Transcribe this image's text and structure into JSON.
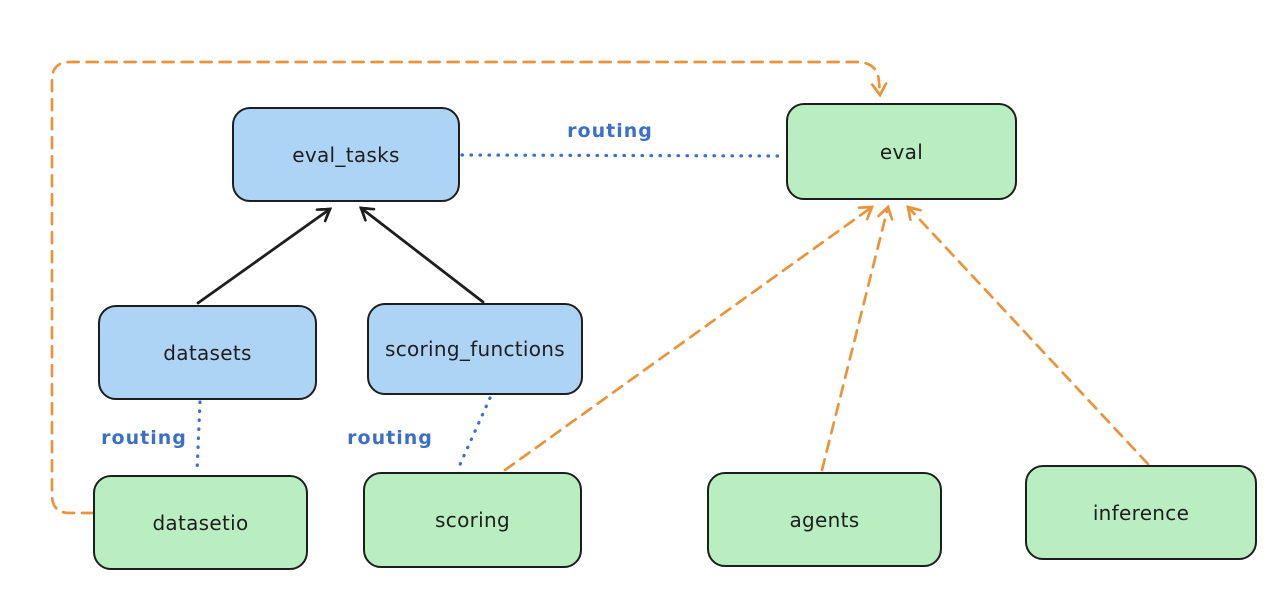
{
  "diagram": {
    "kind": "architecture-diagram",
    "background": "#ffffff"
  },
  "colors": {
    "ink": "#1e1e1e",
    "blue_fill": "#aed4f5",
    "green_fill": "#b9eec0",
    "routing_blue": "#3d6fc6",
    "orange": "#e9943a"
  },
  "nodes": {
    "eval_tasks": {
      "label": "eval_tasks",
      "fill": "blue"
    },
    "eval": {
      "label": "eval",
      "fill": "green"
    },
    "datasets": {
      "label": "datasets",
      "fill": "blue"
    },
    "scoring_functions": {
      "label": "scoring_functions",
      "fill": "blue"
    },
    "datasetio": {
      "label": "datasetio",
      "fill": "green"
    },
    "scoring": {
      "label": "scoring",
      "fill": "green"
    },
    "agents": {
      "label": "agents",
      "fill": "green"
    },
    "inference": {
      "label": "inference",
      "fill": "green"
    }
  },
  "edges": [
    {
      "from": "datasets",
      "to": "eval_tasks",
      "style": "solid",
      "color": "#1e1e1e",
      "arrow": true
    },
    {
      "from": "scoring_functions",
      "to": "eval_tasks",
      "style": "solid",
      "color": "#1e1e1e",
      "arrow": true
    },
    {
      "from": "eval_tasks",
      "to": "eval",
      "style": "dotted",
      "color": "#3d6fc6",
      "arrow": false,
      "label": "routing"
    },
    {
      "from": "datasets",
      "to": "datasetio",
      "style": "dotted",
      "color": "#3d6fc6",
      "arrow": false,
      "label": "routing"
    },
    {
      "from": "scoring_functions",
      "to": "scoring",
      "style": "dotted",
      "color": "#3d6fc6",
      "arrow": false,
      "label": "routing"
    },
    {
      "from": "datasetio",
      "to": "eval",
      "style": "dashed",
      "color": "#e9943a",
      "arrow": true,
      "route": "around-left-and-top"
    },
    {
      "from": "scoring",
      "to": "eval",
      "style": "dashed",
      "color": "#e9943a",
      "arrow": true
    },
    {
      "from": "agents",
      "to": "eval",
      "style": "dashed",
      "color": "#e9943a",
      "arrow": true
    },
    {
      "from": "inference",
      "to": "eval",
      "style": "dashed",
      "color": "#e9943a",
      "arrow": true
    }
  ]
}
